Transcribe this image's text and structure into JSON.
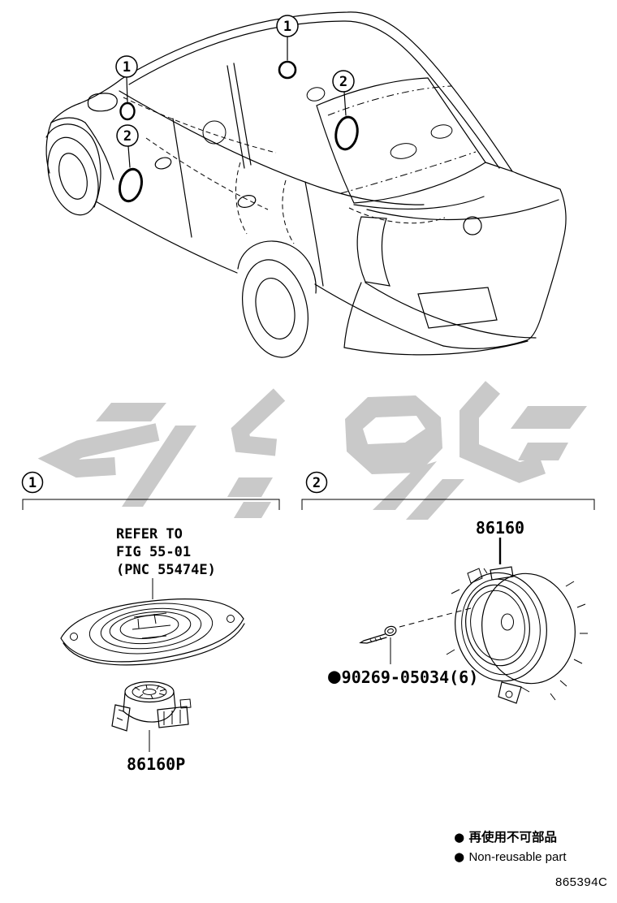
{
  "figure": {
    "doc_code": "865394C"
  },
  "car_view": {
    "callouts": [
      {
        "label": "1"
      },
      {
        "label": "2"
      },
      {
        "label": "1"
      },
      {
        "label": "2"
      }
    ]
  },
  "section1": {
    "header_label": "1",
    "note_line1": "REFER TO",
    "note_line2": "FIG 55-01",
    "note_line3": "(PNC 55474E)",
    "part_number": "86160P"
  },
  "section2": {
    "header_label": "2",
    "part_number": "86160",
    "screw_marker": "●",
    "screw_part_number": "90269-05034(6)"
  },
  "legend": {
    "items": [
      {
        "marker": "●",
        "text": "再使用不可部品"
      },
      {
        "marker": "●",
        "text": "Non-reusable part"
      }
    ]
  }
}
